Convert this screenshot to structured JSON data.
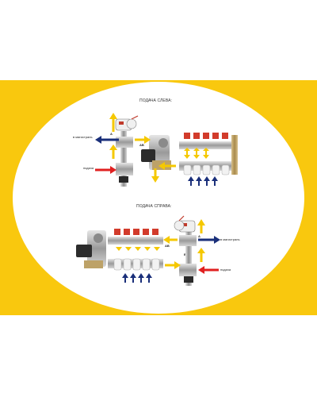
{
  "background_color": "#f9c80e",
  "arrow_colors": {
    "supply": "#e02020",
    "return": "#1a2f7a",
    "flow": "#f5c800"
  },
  "top_diagram": {
    "title": "ПОДАЧА СЛЕВА:",
    "label_to_main": "в магистраль",
    "label_supply": "подача",
    "port_a": "A",
    "port_ab": "AB",
    "port_b": "B"
  },
  "bottom_diagram": {
    "title": "ПОДАЧА СПРАВА:",
    "label_to_main": "в магистраль",
    "label_supply": "подача",
    "port_a": "A",
    "port_ab": "AB",
    "port_b": "B"
  }
}
